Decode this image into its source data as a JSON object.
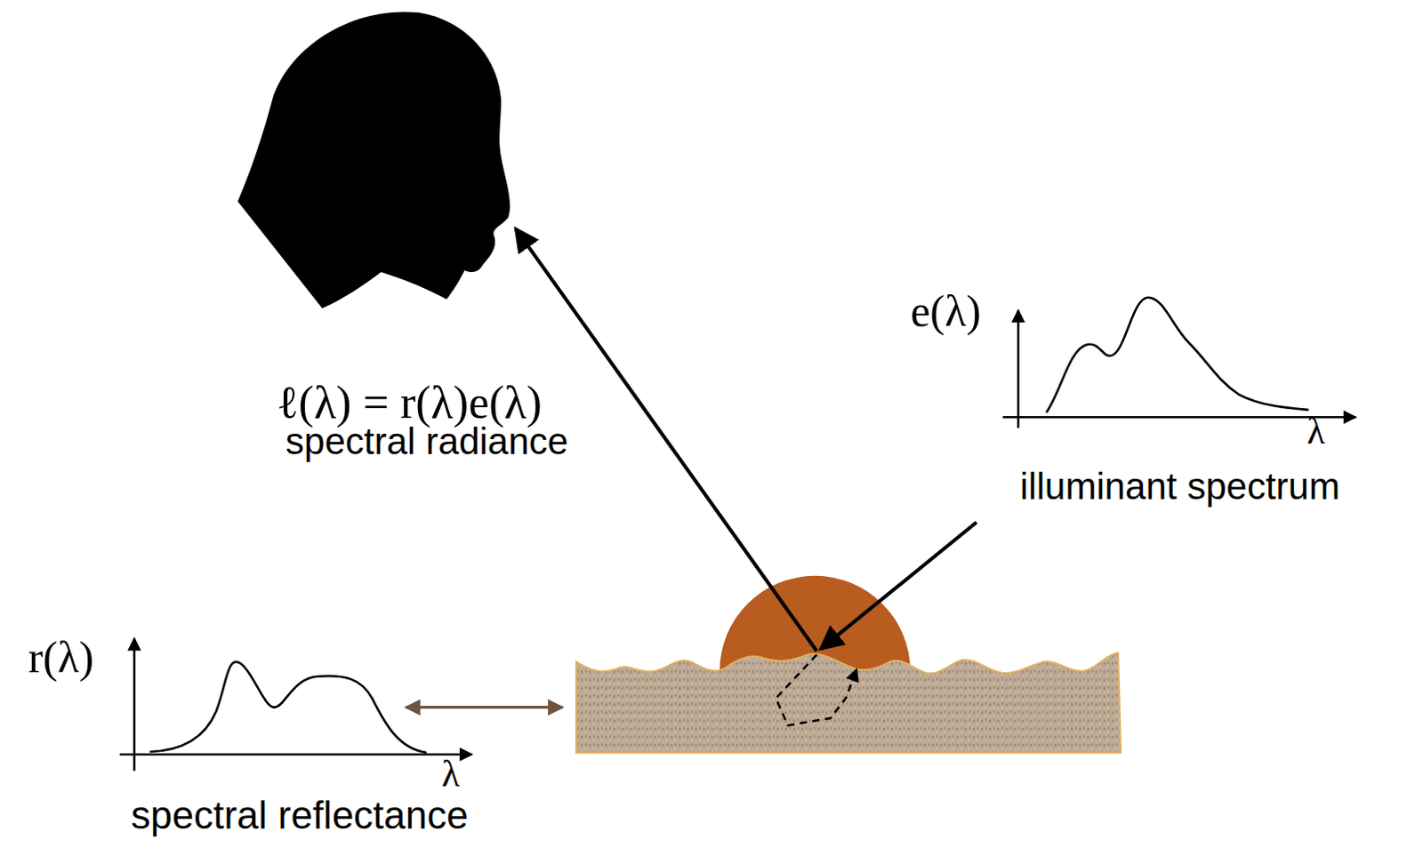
{
  "diagram": {
    "labels": [
      "e(λ)",
      "λ",
      "illuminant spectrum",
      "ℓ(λ) = r(λ)e(λ)",
      "spectral radiance",
      "r(λ)",
      "λ",
      "spectral reflectance"
    ]
  }
}
